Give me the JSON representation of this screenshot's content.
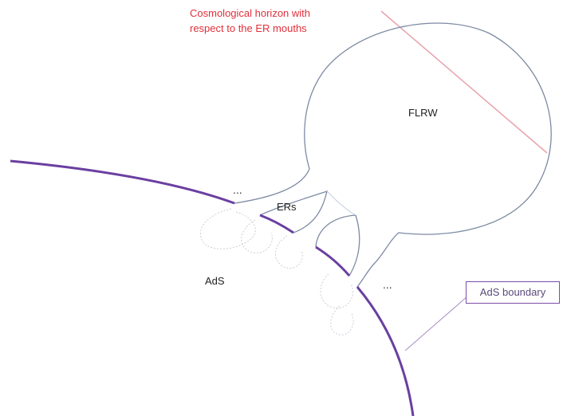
{
  "labels": {
    "horizon_line1": "Cosmological horizon with",
    "horizon_line2": "respect to the ER mouths",
    "flrw": "FLRW",
    "ers": "ERs",
    "ads": "AdS",
    "ads_boundary": "AdS boundary",
    "dots": "..."
  },
  "colors": {
    "horizon": "#e0303a",
    "ads_boundary": "#6a3fa0",
    "outline": "#7d8aa3",
    "label_box_border": "#7b4ca6"
  }
}
